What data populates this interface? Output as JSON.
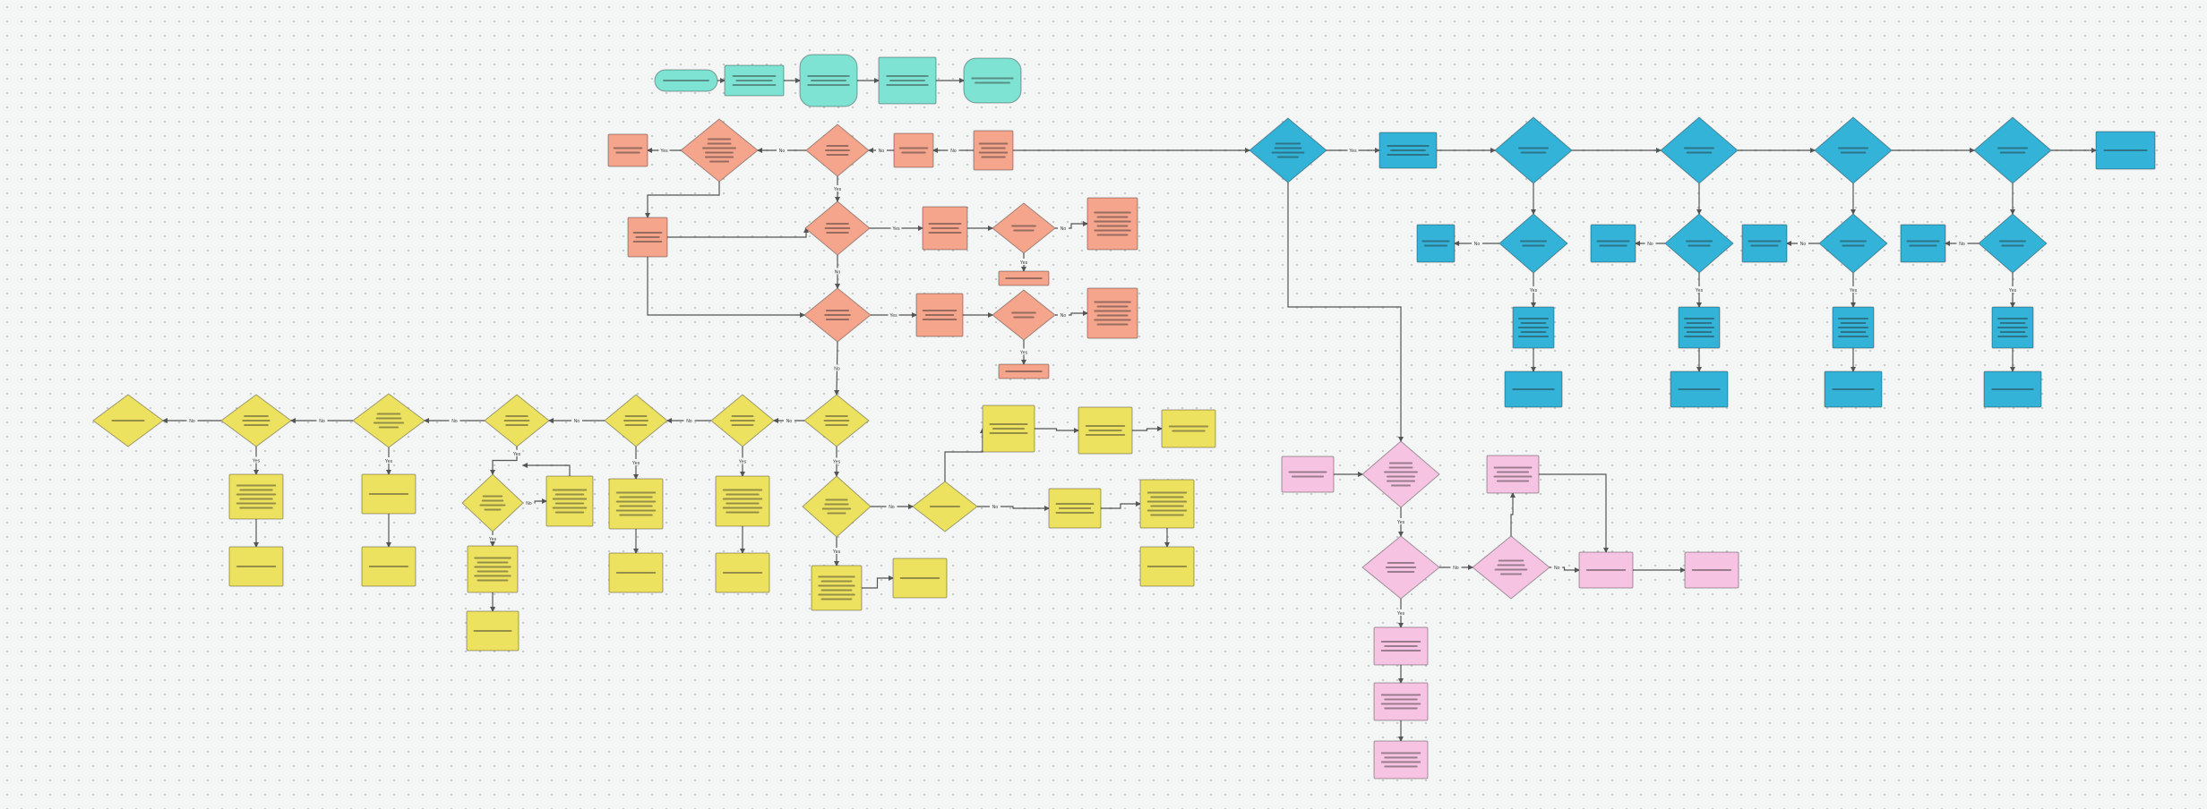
{
  "canvas": {
    "name": "flowchart-canvas"
  },
  "palette": {
    "teal": "#7fe3d4",
    "salmon": "#f4a58c",
    "yellow": "#ede260",
    "blue": "#33b3d8",
    "pink": "#f6c4e2",
    "edge": "#555555"
  },
  "edge_labels": {
    "yes": "Yes",
    "no": "No"
  },
  "nodes_note": "Node text in the screenshot is too small to read and is rendered as unreadable placeholder lines."
}
